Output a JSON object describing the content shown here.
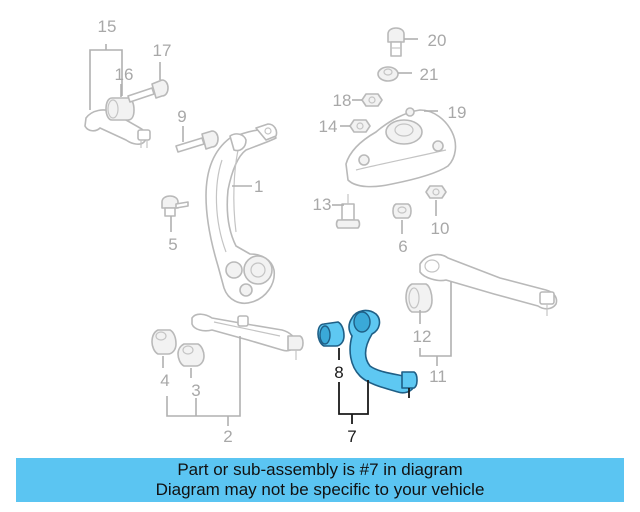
{
  "diagram": {
    "callouts": [
      {
        "id": "c1",
        "text": "1"
      },
      {
        "id": "c2",
        "text": "2"
      },
      {
        "id": "c3",
        "text": "3"
      },
      {
        "id": "c4",
        "text": "4"
      },
      {
        "id": "c5",
        "text": "5"
      },
      {
        "id": "c6",
        "text": "6"
      },
      {
        "id": "c7",
        "text": "7"
      },
      {
        "id": "c8",
        "text": "8"
      },
      {
        "id": "c9",
        "text": "9"
      },
      {
        "id": "c10",
        "text": "10"
      },
      {
        "id": "c11",
        "text": "11"
      },
      {
        "id": "c12",
        "text": "12"
      },
      {
        "id": "c13",
        "text": "13"
      },
      {
        "id": "c14",
        "text": "14"
      },
      {
        "id": "c15",
        "text": "15"
      },
      {
        "id": "c16",
        "text": "16"
      },
      {
        "id": "c17",
        "text": "17"
      },
      {
        "id": "c18",
        "text": "18"
      },
      {
        "id": "c19",
        "text": "19"
      },
      {
        "id": "c20",
        "text": "20"
      },
      {
        "id": "c21",
        "text": "21"
      }
    ],
    "highlight_color": "#5ec8f2"
  },
  "banner": {
    "line1": "Part or sub-assembly is #7 in diagram",
    "line2": "Diagram may not be specific to your vehicle",
    "background": "#5bc5f2"
  }
}
